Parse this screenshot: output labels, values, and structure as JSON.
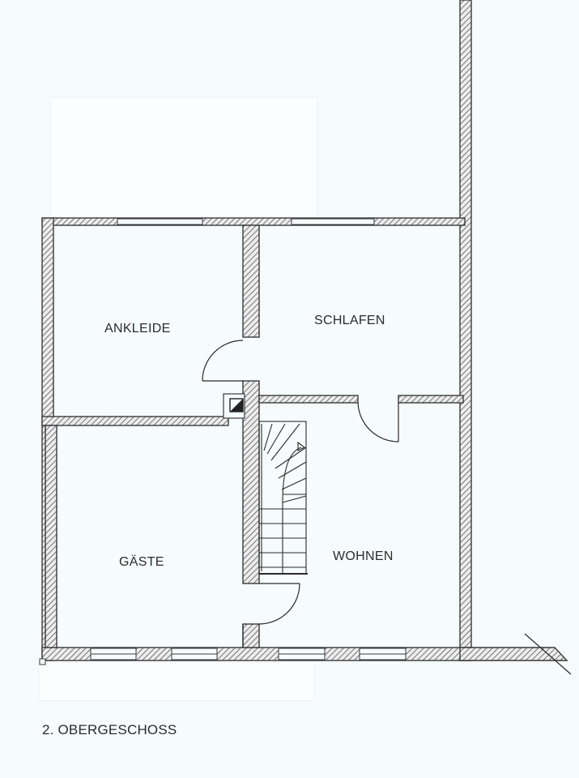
{
  "rooms": {
    "ankleide": "ANKLEIDE",
    "schlafen": "SCHLAFEN",
    "gaeste": "GÄSTE",
    "wohnen": "WOHNEN"
  },
  "floor_title": "2. OBERGESCHOSS",
  "colors": {
    "background": "#f6fcfd",
    "wall_outline": "#3a3a3a",
    "hatch": "#555555"
  }
}
